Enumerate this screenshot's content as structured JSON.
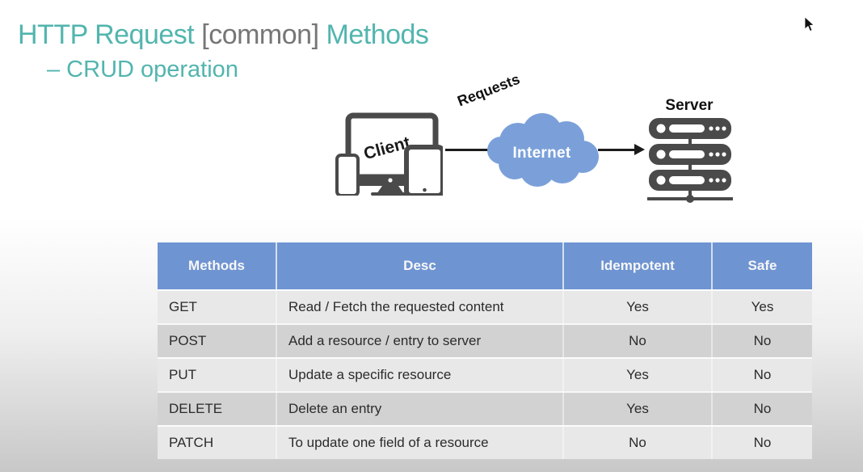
{
  "slide": {
    "title": {
      "part1": "HTTP Request",
      "part2": "[common]",
      "part3": "Methods"
    },
    "subtitle": "– CRUD operation"
  },
  "diagram": {
    "client_label": "Client",
    "requests_label": "Requests",
    "cloud_label": "Internet",
    "server_label": "Server"
  },
  "table": {
    "headers": [
      "Methods",
      "Desc",
      "Idempotent",
      "Safe"
    ],
    "rows": [
      {
        "method": "GET",
        "desc": "Read / Fetch the requested content",
        "idempotent": "Yes",
        "safe": "Yes"
      },
      {
        "method": "POST",
        "desc": "Add a resource / entry to server",
        "idempotent": "No",
        "safe": "No"
      },
      {
        "method": "PUT",
        "desc": "Update a specific resource",
        "idempotent": "Yes",
        "safe": "No"
      },
      {
        "method": "DELETE",
        "desc": "Delete an entry",
        "idempotent": "Yes",
        "safe": "No"
      },
      {
        "method": "PATCH",
        "desc": "To update one field of a resource",
        "idempotent": "No",
        "safe": "No"
      }
    ]
  },
  "colors": {
    "accent_teal": "#52b5ae",
    "title_gray": "#767676",
    "header_blue": "#6f94d2",
    "row_light": "#e8e8e8",
    "row_dark": "#d2d2d2",
    "cloud_blue": "#7ba0d9",
    "icon_gray": "#4a4a4a"
  }
}
